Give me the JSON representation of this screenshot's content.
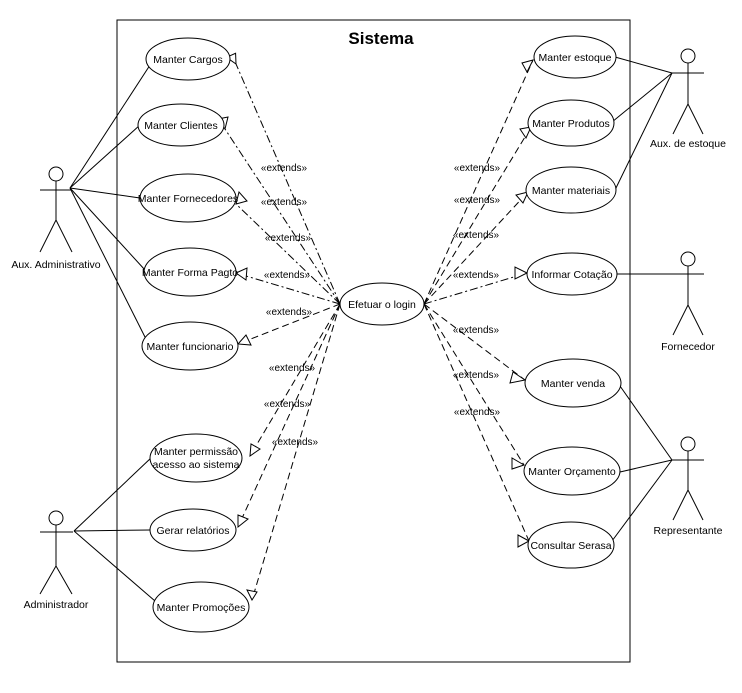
{
  "system": {
    "title": "Sistema"
  },
  "use_cases": {
    "manter_cargos": "Manter Cargos",
    "manter_clientes": "Manter Clientes",
    "manter_fornecedores": "Manter Fornecedores",
    "manter_forma_pagto": "Manter Forma Pagto",
    "manter_funcionario": "Manter funcionario",
    "manter_permissao_l1": "Manter permissão",
    "manter_permissao_l2": "acesso ao sistema",
    "gerar_relatorios": "Gerar relatórios",
    "manter_promocoes": "Manter Promoções",
    "efetuar_login": "Efetuar o login",
    "manter_estoque": "Manter estoque",
    "manter_produtos": "Manter Produtos",
    "manter_materiais": "Manter materiais",
    "informar_cotacao": "Informar Cotação",
    "manter_venda": "Manter venda",
    "manter_orcamento": "Manter Orçamento",
    "consultar_serasa": "Consultar Serasa"
  },
  "actors": {
    "aux_administrativo": "Aux. Administrativo",
    "administrador": "Administrador",
    "aux_estoque": "Aux. de estoque",
    "fornecedor": "Fornecedor",
    "representante": "Representante"
  },
  "relationships": {
    "extends_label": "«extends»"
  }
}
